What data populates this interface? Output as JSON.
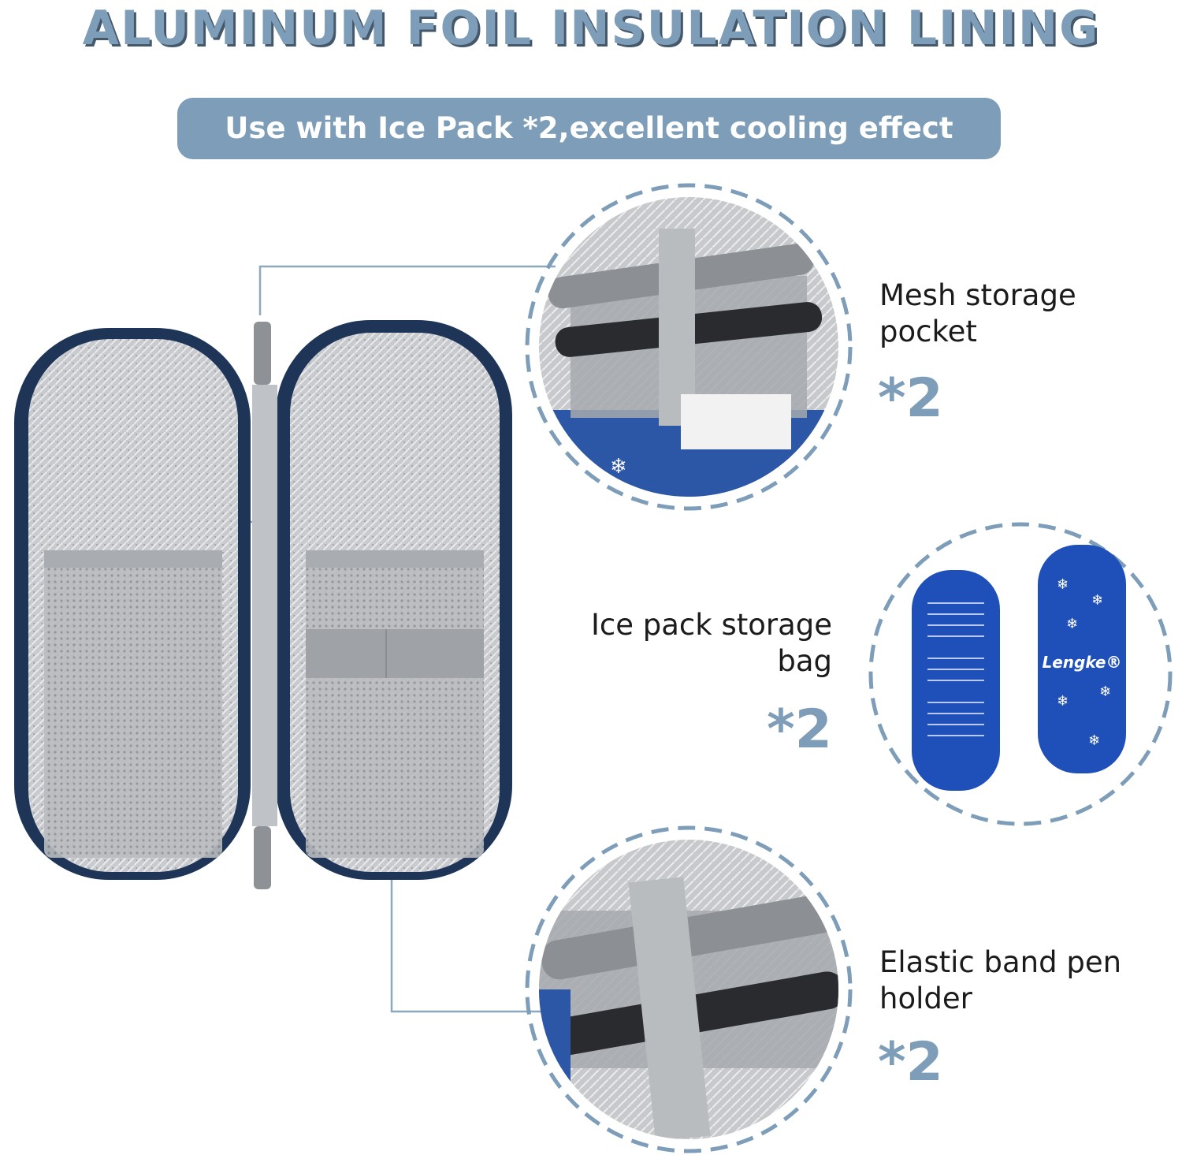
{
  "headline": "ALUMINUM FOIL INSULATION LINING",
  "subheadline": "Use with Ice Pack *2,excellent cooling effect",
  "features": [
    {
      "label": "Mesh storage pocket",
      "quantity": "*2"
    },
    {
      "label": "Ice pack storage bag",
      "quantity": "*2"
    },
    {
      "label": "Elastic band pen holder",
      "quantity": "*2"
    }
  ],
  "ice_pack_brand": "Lengke®",
  "colors": {
    "accent": "#7d9db8",
    "case_navy": "#1e3558",
    "foil": "#c9cbce",
    "ice_pack_blue": "#1f4fb8"
  }
}
